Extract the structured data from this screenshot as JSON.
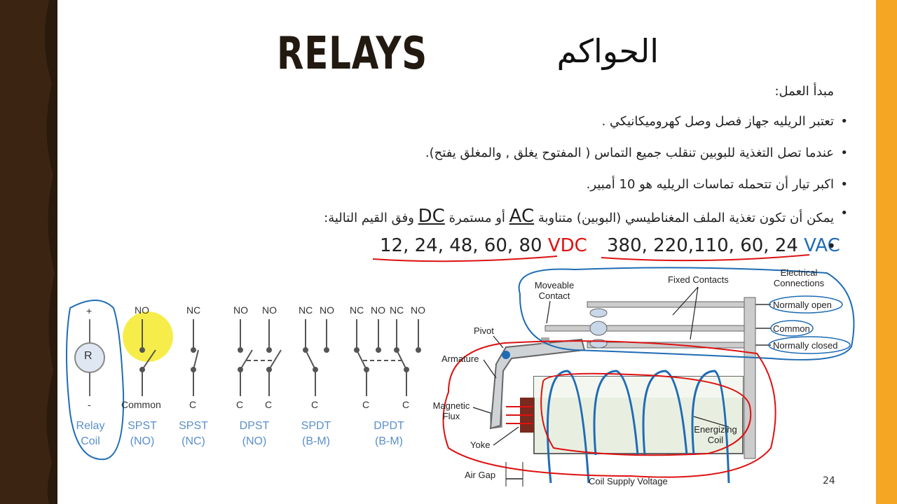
{
  "title_en": "RELAYS",
  "title_ar": "الحواكم",
  "subtitle": "مبدأ العمل:",
  "bullets": [
    "تعتبر الريليه جهاز فصل وصل كهروميكانيكي .",
    "عندما تصل التغذية للبوبين تنقلب جميع التماس ( المفتوح يغلق , والمغلق يفتح).",
    "اكبر تيار أن تتحمله تماسات الريليه هو 10 أمبير."
  ],
  "bullet4": {
    "part1": "يمكن أن تكون تغذية الملف المغناطيسي (البوبين) متناوبة",
    "ac": "AC",
    "part2": "أو مستمرة",
    "dc": "DC",
    "part3": "وفق القيم التالية:"
  },
  "vac_values": "380, 220,110, 60, 24",
  "vac_unit": "VAC",
  "vdc_values": "12, 24, 48, 60, 80",
  "vdc_unit": "VDC",
  "symbols": {
    "coil_plus": "+",
    "coil_minus": "-",
    "coil_letter": "R",
    "labels": [
      {
        "l1": "Relay",
        "l2": "Coil"
      },
      {
        "l1": "SPST",
        "l2": "(NO)"
      },
      {
        "l1": "SPST",
        "l2": "(NC)"
      },
      {
        "l1": "DPST",
        "l2": "(NO)"
      },
      {
        "l1": "SPDT",
        "l2": "(B-M)"
      },
      {
        "l1": "DPDT",
        "l2": "(B-M)"
      }
    ],
    "pins": {
      "no": "NO",
      "nc": "NC",
      "c": "C",
      "common": "Common"
    }
  },
  "diagram": {
    "moveable_contact_1": "Moveable",
    "moveable_contact_2": "Contact",
    "fixed_contacts": "Fixed Contacts",
    "electrical_1": "Electrical",
    "electrical_2": "Connections",
    "normally_open": "Normally open",
    "common": "Common",
    "normally_closed": "Normally closed",
    "pivot": "Pivot",
    "armature": "Armature",
    "magnetic_1": "Magnetic",
    "magnetic_2": "Flux",
    "yoke": "Yoke",
    "air_gap": "Air Gap",
    "energizing_1": "Energizing",
    "energizing_2": "Coil",
    "coil_supply": "Coil Supply Voltage"
  },
  "page_number": "24",
  "colors": {
    "accent_blue": "#1f6cb5",
    "accent_red": "#d11",
    "gold": "#f5a623"
  }
}
